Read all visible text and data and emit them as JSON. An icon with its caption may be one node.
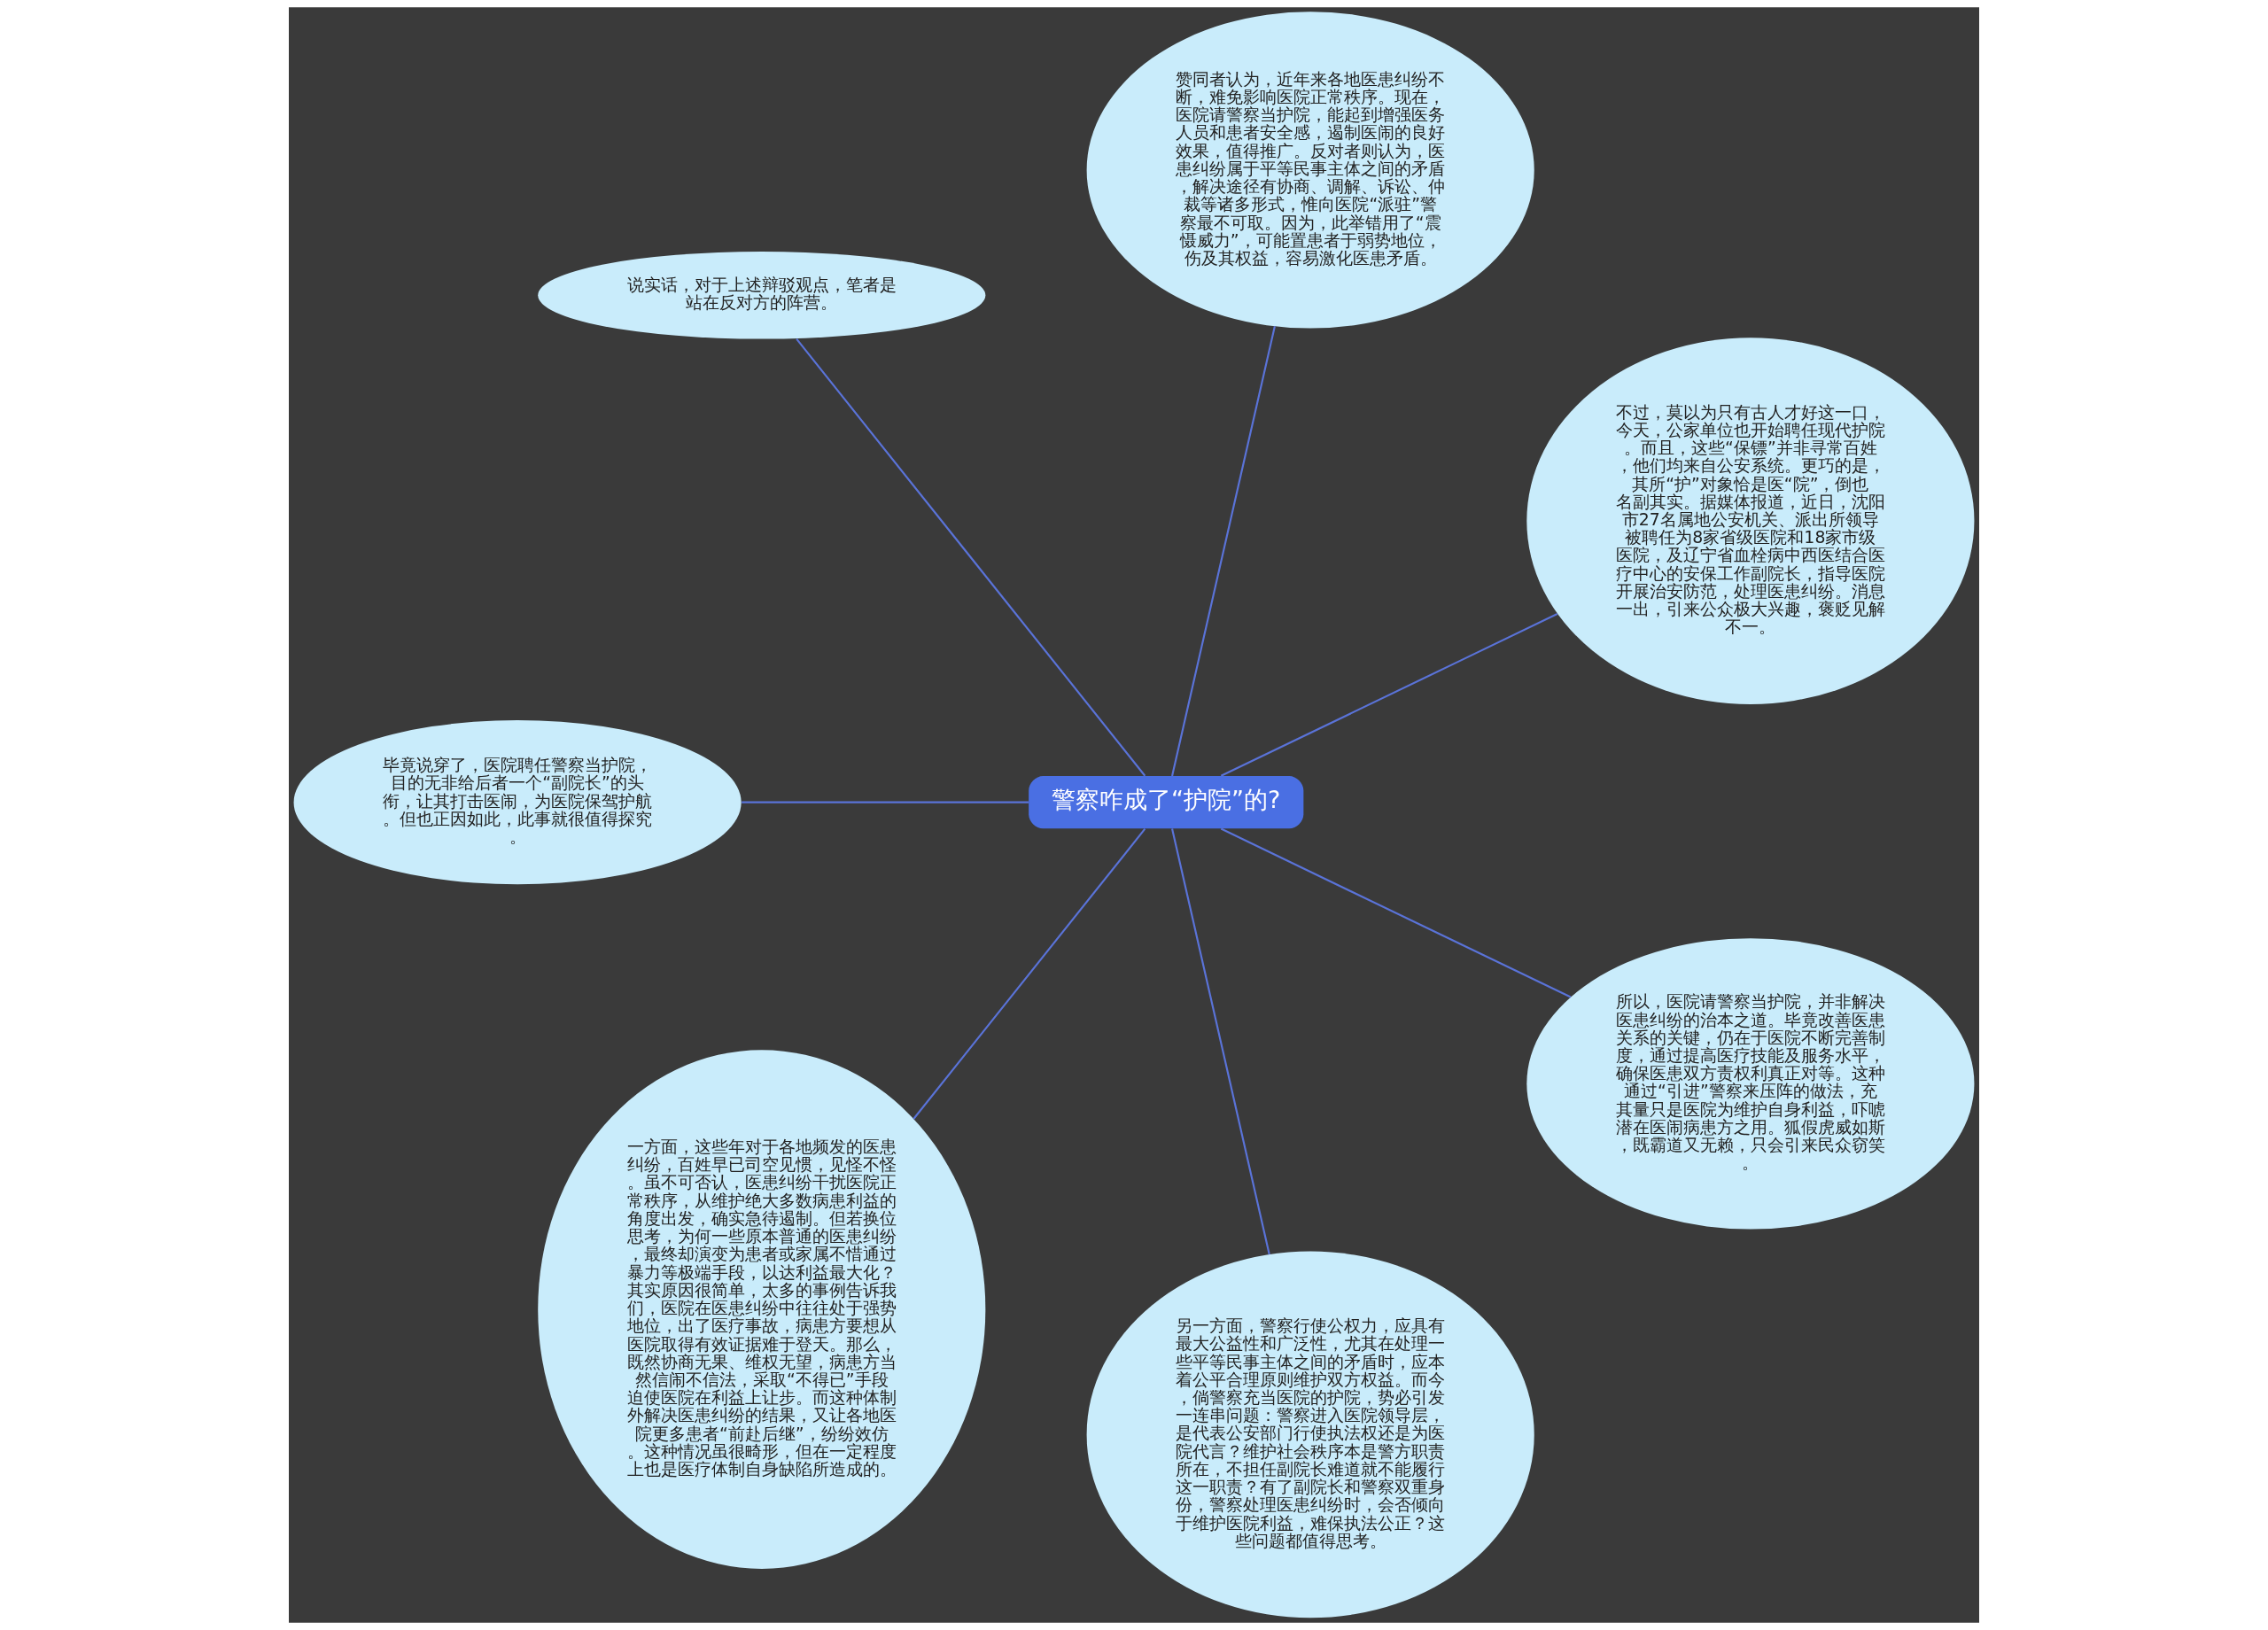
{
  "diagram": {
    "nodes": [
      {
        "text": [
          "警察咋成了“护院”的?"
        ]
      },
      {
        "text": [
          "不过，莫以为只有古人才好这一口，今天，公家单位也开始聘任现代护院。而且，这些“保镖”并非寻常百姓，他们均来自公安系统。更巧的是，其所“护”对象恰是医“院”，倒也名副其实。据媒体报道，近日，沈阳市27名属地公安机关、派出所领导被聘任为8家省级医院和18家市级医院，及辽宁省血栓病中西医结合医疗中心的安保工作副院长，指导医院开展治安防范，处理医患纠纷。消息一出，引来公众极大兴趣，褒贬见解不一。"
        ]
      },
      {
        "text": [
          "赞同者认为，近年来各地医患纠纷不断，难免影响医院正常秩序。现在，医院请警察当护院，能起到增强医务人员和患者安全感，遏制医闹的良好效果，值得推广。反对者则认为，医患纠纷属于平等民事主体之间的矛盾，解决途径有协商、调解、诉讼、仲裁等诸多形式，惟向医院“派驻”警察最不可取。因为，此举错用了“震慑威力”，可能置患者于弱势地位，伤及其权益，容易激化医患矛盾。"
        ]
      },
      {
        "text": [
          "说实话，对于上述辩驳观点，笔者是站在反对方的阵营。"
        ]
      },
      {
        "text": [
          "毕竟说穿了，医院聘任警察当护院，目的无非给后者一个“副院长”的头衔，让其打击医闹，为医院保驾护航。但也正因如此，此事就很值得探究。"
        ]
      },
      {
        "text": [
          "一方面，这些年对于各地频发的医患纠纷，百姓早已司空见惯，见怪不怪。虽不可否认，医患纠纷干扰医院正常秩序，从维护绝大多数病患利益的角度出发，确实急待遏制。但若换位思考，为何一些原本普通的医患纠纷，最终却演变为患者或家属不惜通过暴力等极端手段，以达利益最大化？其实原因很简单，太多的事例告诉我们，医院在医患纠纷中往往处于强势地位，出了医疗事故，病患方要想从医院取得有效证据难于登天。那么，既然协商无果、维权无望，病患方当然信闹不信法，采取“不得已”手段迫使医院在利益上让步。而这种体制外解决医患纠纷的结果，又让各地医院更多患者“前赴后继”，纷纷效仿。这种情况虽很畸形，但在一定程度上也是医疗体制自身缺陷所造成的。"
        ]
      },
      {
        "text": [
          "另一方面，警察行使公权力，应具有最大公益性和广泛性，尤其在处理一些平等民事主体之间的矛盾时，应本着公平合理原则维护双方权益。而今，倘警察充当医院的护院，势必引发一连串问题：警察进入医院领导层，是代表公安部门行使执法权还是为医院代言？维护社会秩序本是警方职责所在，不担任副院长难道就不能履行这一职责？有了副院长和警察双重身份，警察处理医患纠纷时，会否倾向于维护医院利益，难保执法公正？这些问题都值得思考。"
        ]
      },
      {
        "text": [
          "所以，医院请警察当护院，并非解决医患纠纷的治本之道。毕竟改善医患关系的关键，仍在于医院不断完善制度，通过提高医疗技能及服务水平，确保医患双方责权利真正对等。这种通过“引进”警察来压阵的做法，充其量只是医院为维护自身利益，吓唬潜在医闹病患方之用。狐假虎威如斯，既霸道又无赖，只会引来民众窃笑。"
        ]
      }
    ],
    "edges": [
      {
        "from": 0,
        "to": 1,
        "arrow": "none"
      },
      {
        "from": 0,
        "to": 2,
        "arrow": "none"
      },
      {
        "from": 0,
        "to": 3,
        "arrow": "none"
      },
      {
        "from": 0,
        "to": 4,
        "arrow": "none"
      },
      {
        "from": 0,
        "to": 5,
        "arrow": "none"
      },
      {
        "from": 0,
        "to": 6,
        "arrow": "none"
      },
      {
        "from": 0,
        "to": 7,
        "arrow": "none"
      }
    ]
  }
}
